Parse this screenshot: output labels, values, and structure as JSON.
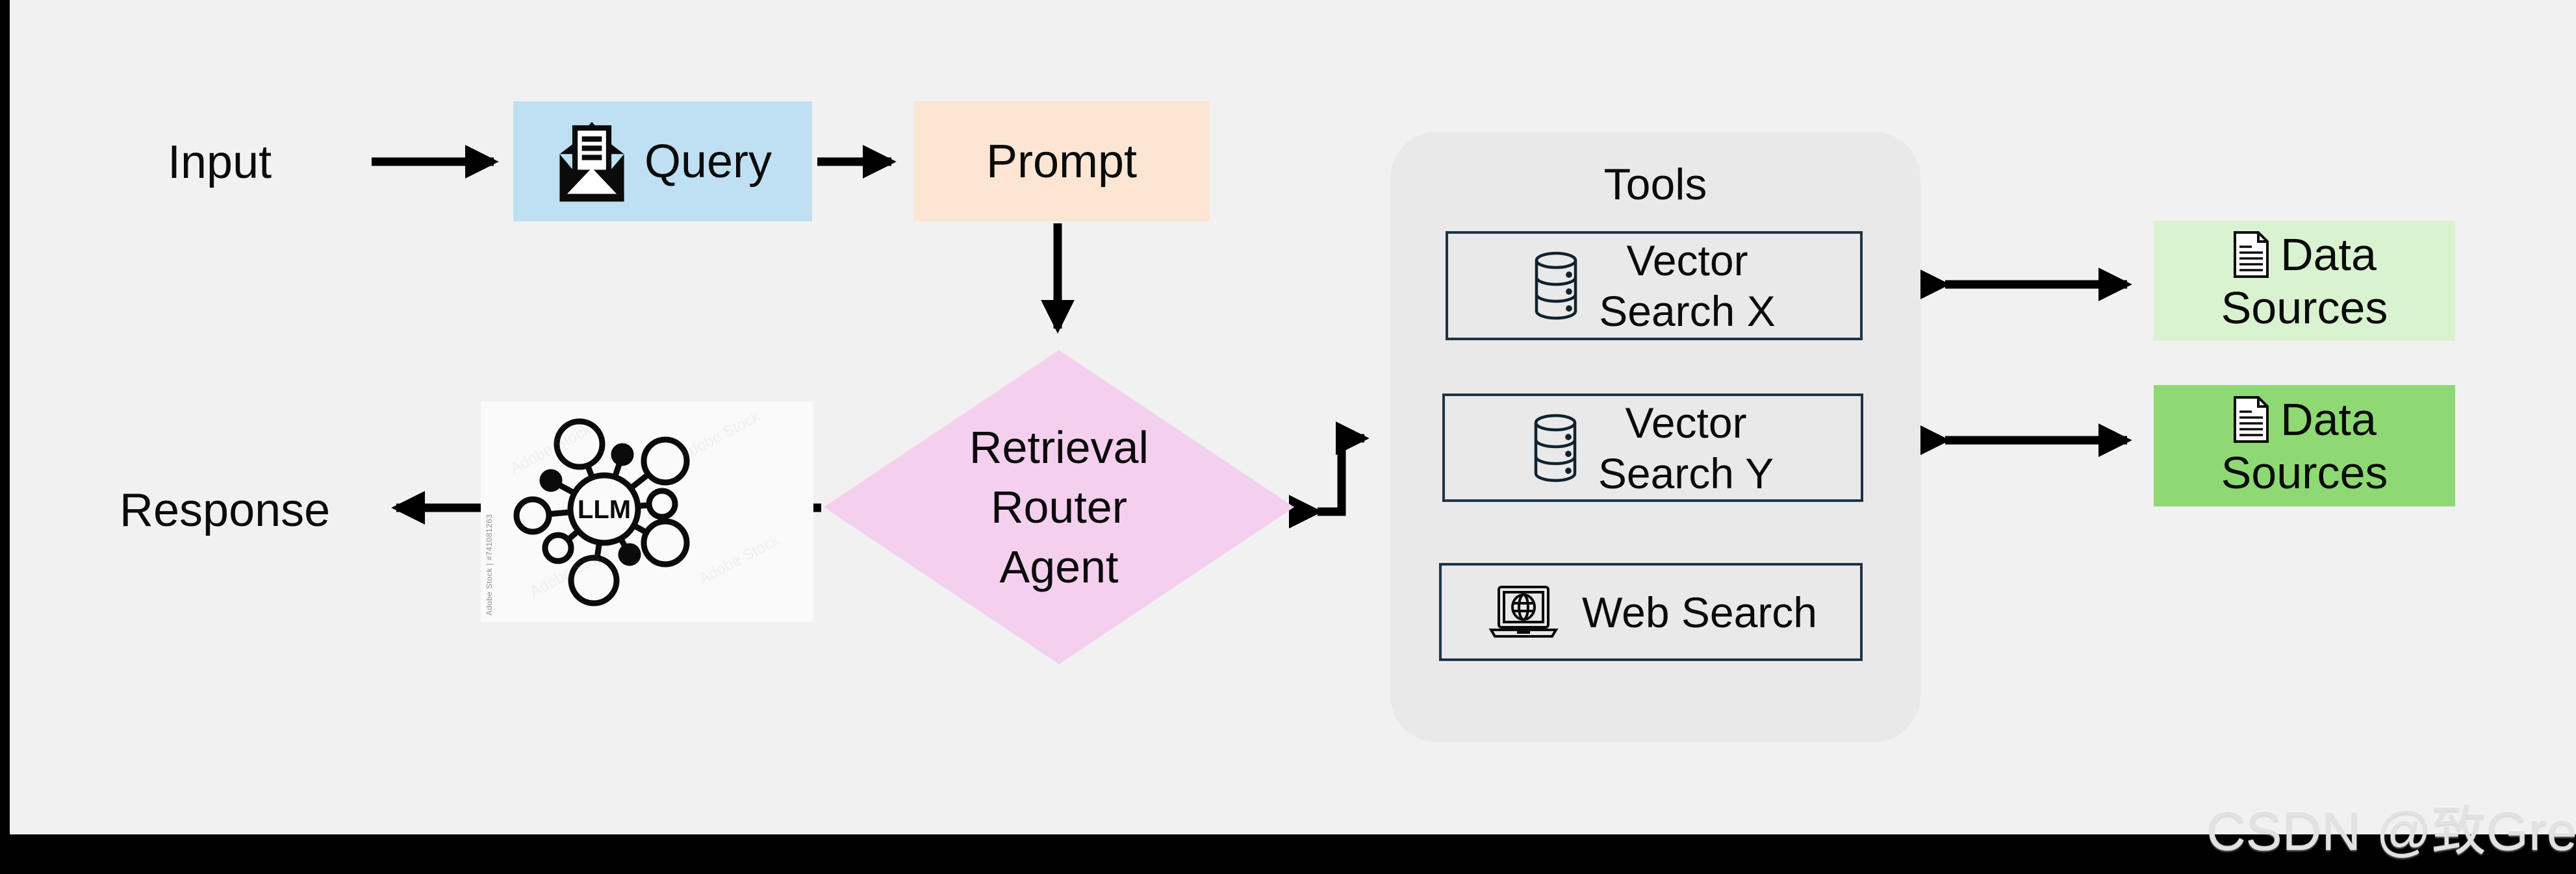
{
  "page": {
    "background": "#f1f1f1",
    "frame_color": "#000000",
    "arrow_color": "#000000"
  },
  "labels": {
    "input": "Input",
    "response": "Response"
  },
  "nodes": {
    "query": {
      "label": "Query",
      "fill": "#bfe0f2",
      "icon": "envelope-letter-icon"
    },
    "prompt": {
      "label": "Prompt",
      "fill": "#fce5d3"
    },
    "router": {
      "lines": [
        "Retrieval",
        "Router",
        "Agent"
      ],
      "fill": "#f4d0ee"
    },
    "llm": {
      "label": "LLM",
      "icon": "llm-network-icon",
      "stock_credit": "Adobe Stock | #741081263",
      "watermark_text": "Adobe Stock"
    },
    "tools": {
      "title": "Tools",
      "fill": "#e9e9e9",
      "border_color": "#1d3349",
      "items": [
        {
          "lines": [
            "Vector",
            "Search X"
          ],
          "icon": "database-icon"
        },
        {
          "lines": [
            "Vector",
            "Search Y"
          ],
          "icon": "database-icon"
        },
        {
          "lines": [
            "Web Search"
          ],
          "icon": "laptop-globe-icon"
        }
      ]
    },
    "data_sources": [
      {
        "lines": [
          "Data",
          "Sources"
        ],
        "fill": "#d9f2d0",
        "icon": "document-icon"
      },
      {
        "lines": [
          "Data",
          "Sources"
        ],
        "fill": "#8ed973",
        "icon": "document-icon"
      }
    ]
  },
  "watermark": {
    "text": "CSDN @致Great",
    "color": "#e2e2e2"
  }
}
